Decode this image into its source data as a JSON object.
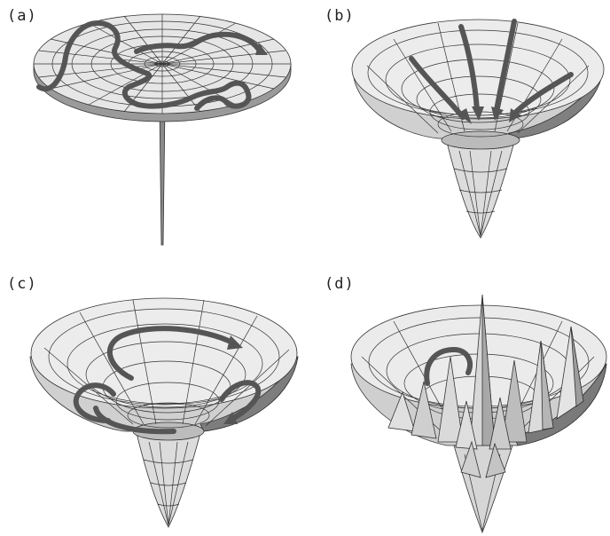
{
  "panels": [
    {
      "id": "a",
      "label": "(a)"
    },
    {
      "id": "b",
      "label": "(b)"
    },
    {
      "id": "c",
      "label": "(c)"
    },
    {
      "id": "d",
      "label": "(d)"
    }
  ],
  "colors": {
    "surface_light": "#e9e9e9",
    "surface_mid": "#c9c9c9",
    "surface_dark": "#7a7a7a",
    "arrow": "#555555",
    "line": "#333333"
  }
}
